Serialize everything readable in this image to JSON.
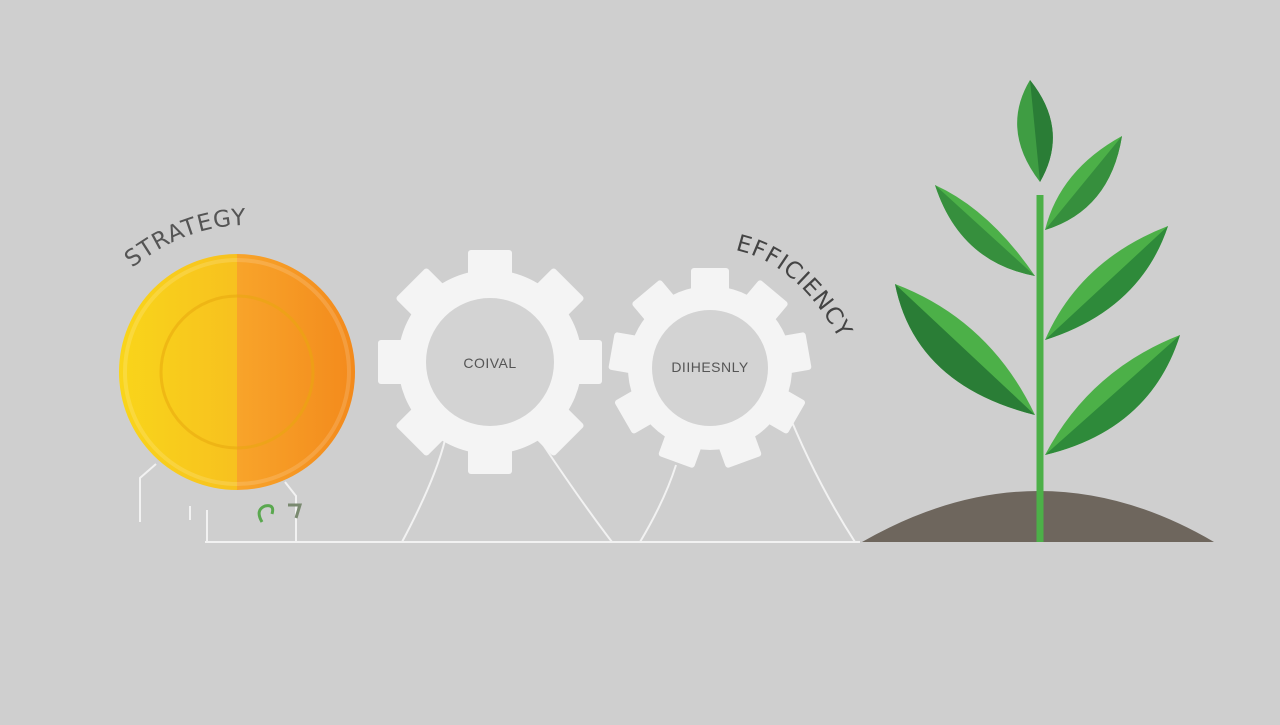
{
  "labels": {
    "strategy": "STRATEGY",
    "gear_left": "COIVAL",
    "gear_right": "DIIHESNLY",
    "efficiency": "EFFICIENCY"
  },
  "colors": {
    "background": "#cfcfcf",
    "coin_left": "#f8c81c",
    "coin_right": "#f59a22",
    "gear": "#f4f4f4",
    "leaf_light": "#4cb048",
    "leaf_dark": "#2a7d36",
    "soil": "#6e665d",
    "line": "#f2f2f2"
  },
  "icons": [
    "coin-icon",
    "gear-icon",
    "gear-icon",
    "plant-icon"
  ]
}
